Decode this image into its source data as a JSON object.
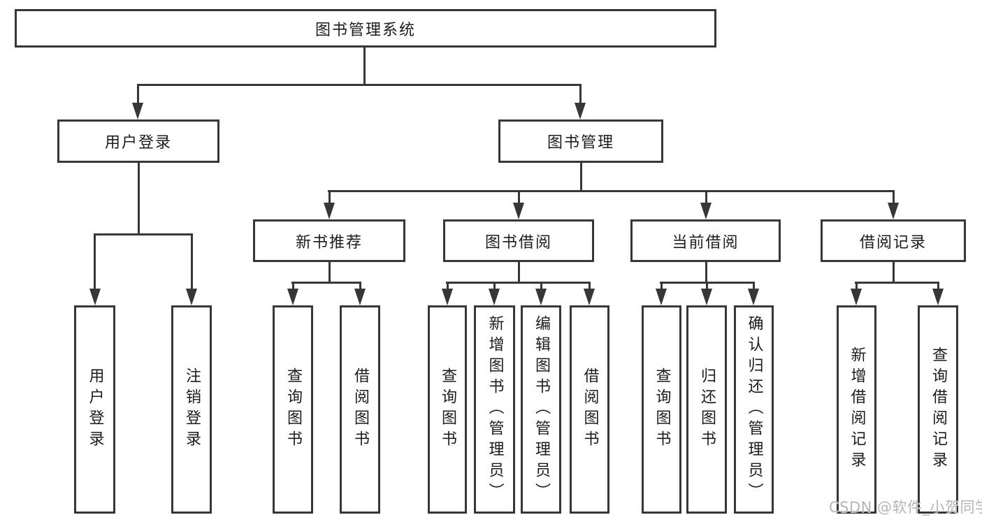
{
  "title": "图书管理系统",
  "colors": {
    "line": "#373737",
    "text": "#1c1c1c",
    "watermark": "#b5b5b5",
    "background": "#ffffff"
  },
  "tree": {
    "root": {
      "label": "图书管理系统"
    },
    "level2": [
      {
        "label": "用户登录"
      },
      {
        "label": "图书管理"
      }
    ],
    "level3": [
      {
        "label": "新书推荐"
      },
      {
        "label": "图书借阅"
      },
      {
        "label": "当前借阅"
      },
      {
        "label": "借阅记录"
      }
    ],
    "leaves": {
      "user_login": [
        "用户登录",
        "注销登录"
      ],
      "new_book_recommend": [
        "查询图书",
        "借阅图书"
      ],
      "book_borrow": [
        "查询图书",
        "新增图书（管理员）",
        "编辑图书（管理员）",
        "借阅图书"
      ],
      "current_borrow": [
        "查询图书",
        "归还图书",
        "确认归还（管理员）"
      ],
      "borrow_records": [
        "新增借阅记录",
        "查询借阅记录"
      ]
    }
  },
  "watermark": {
    "text": "CSDN @软件_小贺同学"
  }
}
